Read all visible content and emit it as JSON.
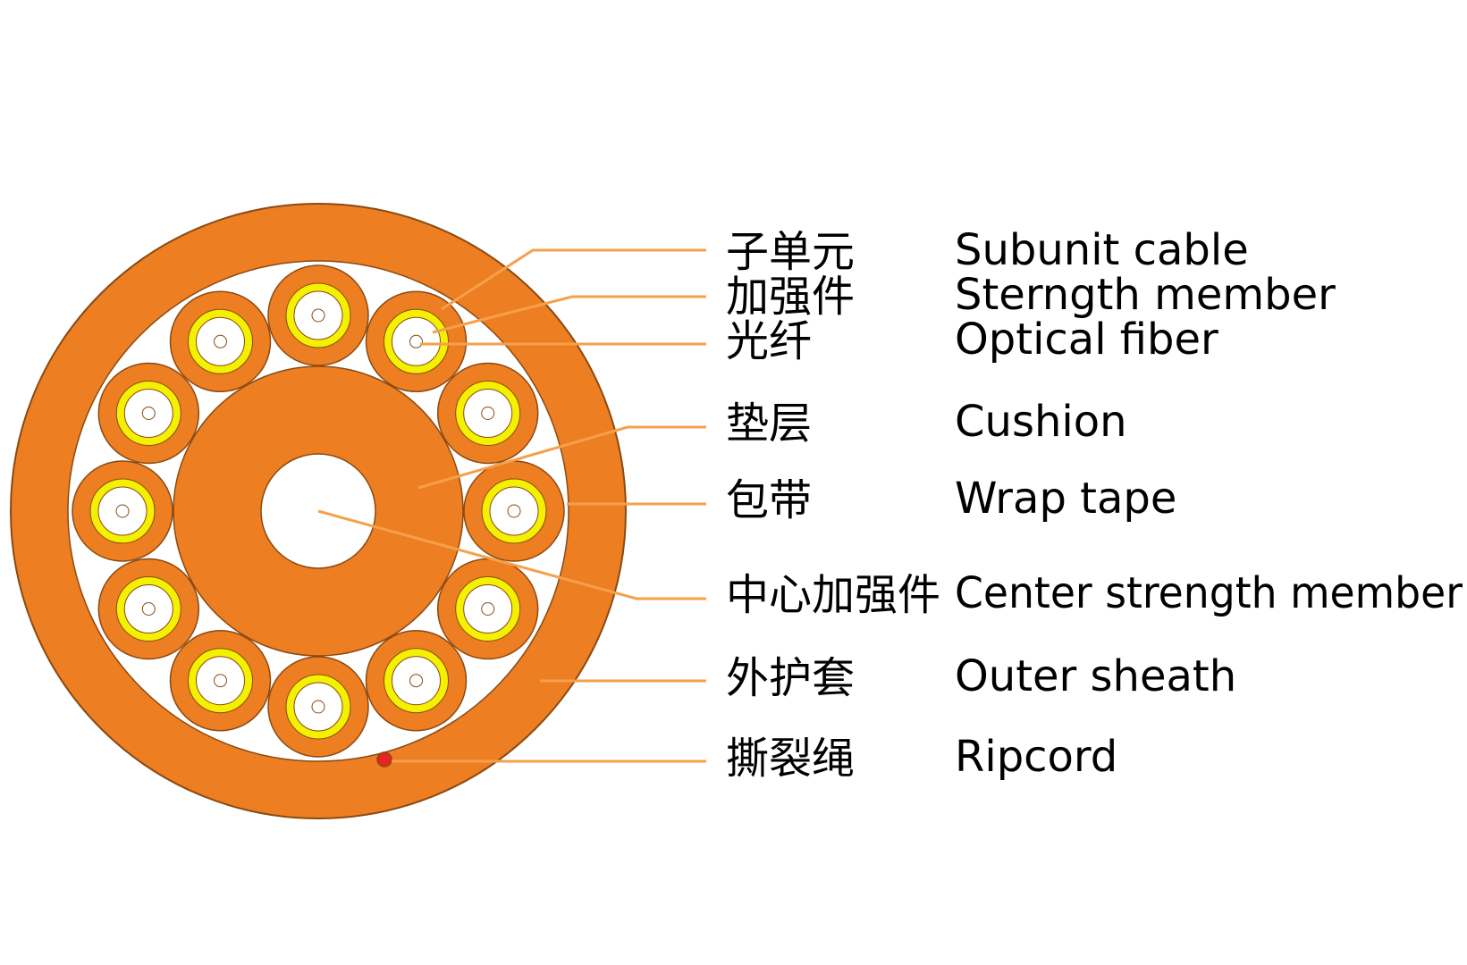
{
  "colors": {
    "sheath": "#EE7E22",
    "leader": "#F5A04A",
    "tape": "#FFFFFF",
    "strength_yarn": "#F3F000",
    "fiber": "#FFFFFF",
    "ripcord": "#E52521",
    "outline": "#8A4A12"
  },
  "diagram": {
    "subunit_count": 12
  },
  "labels": [
    {
      "id": "subunit",
      "zh": "子单元",
      "en": "Subunit cable"
    },
    {
      "id": "strength",
      "zh": "加强件",
      "en": "Sterngth member"
    },
    {
      "id": "fiber",
      "zh": "光纤",
      "en": "Optical fiber"
    },
    {
      "id": "cushion",
      "zh": "垫层",
      "en": "Cushion"
    },
    {
      "id": "wrap",
      "zh": "包带",
      "en": "Wrap tape"
    },
    {
      "id": "center",
      "zh": "中心加强件",
      "en": "Center strength member"
    },
    {
      "id": "sheath",
      "zh": "外护套",
      "en": "Outer sheath"
    },
    {
      "id": "ripcord",
      "zh": "撕裂绳",
      "en": "Ripcord"
    }
  ]
}
